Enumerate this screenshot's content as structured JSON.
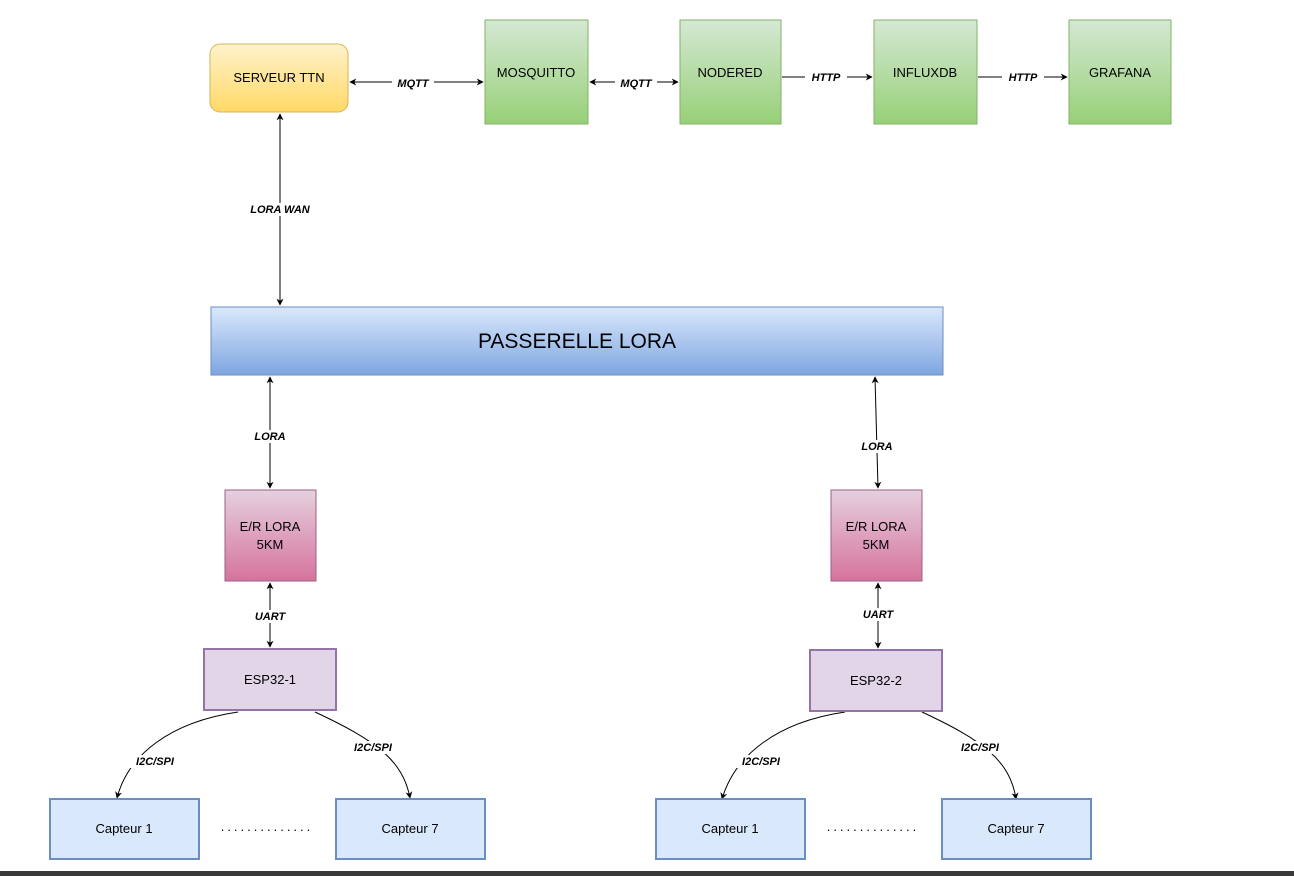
{
  "nodes": {
    "serveur_ttn": "SERVEUR TTN",
    "mosquitto": "MOSQUITTO",
    "nodered": "NODERED",
    "influxdb": "INFLUXDB",
    "grafana": "GRAFANA",
    "passerelle": "PASSERELLE LORA",
    "er_lora_1": [
      "E/R LORA",
      "5KM"
    ],
    "er_lora_2": [
      "E/R LORA",
      "5KM"
    ],
    "esp32_1": "ESP32-1",
    "esp32_2": "ESP32-2",
    "capteur_1a": "Capteur 1",
    "capteur_7a": "Capteur 7",
    "capteur_1b": "Capteur 1",
    "capteur_7b": "Capteur 7"
  },
  "edges": {
    "ttn_mosquitto": "MQTT",
    "mosquitto_nodered": "MQTT",
    "nodered_influxdb": "HTTP",
    "influxdb_grafana": "HTTP",
    "ttn_passerelle": "LORA WAN",
    "passerelle_er1": "LORA",
    "passerelle_er2": "LORA",
    "er1_esp1": "UART",
    "er2_esp2": "UART",
    "esp1_capteur1": "I2C/SPI",
    "esp1_capteur7": "I2C/SPI",
    "esp2_capteur1": "I2C/SPI",
    "esp2_capteur7": "I2C/SPI"
  },
  "ellipsis": "..............",
  "colors": {
    "green_top": "#d5e8d4",
    "green_bottom": "#97d077",
    "green_stroke": "#82b366",
    "yellow_top": "#fff2cc",
    "yellow_bottom": "#ffd966",
    "yellow_stroke": "#d6b656",
    "blue_top": "#dae8fc",
    "blue_bottom": "#7ea6e0",
    "blue_stroke": "#6c8ebf",
    "pink_top": "#e6d0de",
    "pink_bottom": "#d5739d",
    "pink_stroke": "#996185",
    "purple_fill": "#e1d5e7",
    "purple_stroke": "#9673a6",
    "lightblue_fill": "#dae8fc",
    "lightblue_stroke": "#6c8ebf"
  }
}
